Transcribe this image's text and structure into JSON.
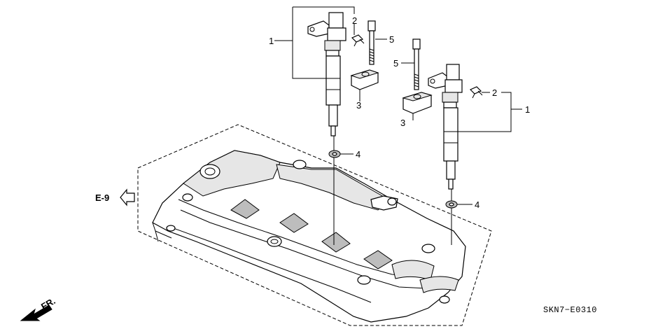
{
  "callouts": {
    "injector_left": "1",
    "injector_right": "1",
    "clip_left": "2",
    "clip_right": "2",
    "clamp_left": "3",
    "clamp_right": "3",
    "washer_left": "4",
    "washer_right": "4",
    "bolt_left": "5",
    "bolt_right": "5"
  },
  "reference": {
    "label": "E-9"
  },
  "front_marker": {
    "label": "FR."
  },
  "diagram_code": "SKN7−E0310"
}
